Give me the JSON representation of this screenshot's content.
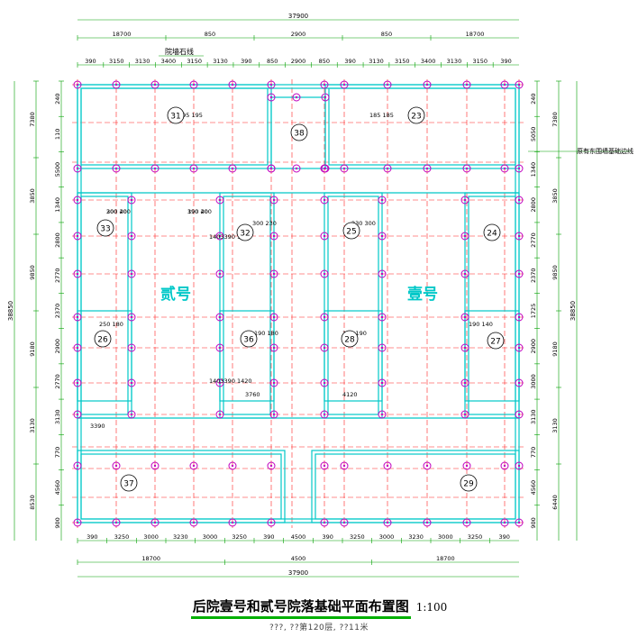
{
  "drawing": {
    "title": "后院壹号和贰号院落基础平面布置图",
    "scale": "1:100",
    "subtitle": "???, ??第120层, ??11米",
    "block_labels": {
      "left": "贰号",
      "right": "壹号"
    },
    "annotations": {
      "top_left": "院墙石线",
      "right_side": "原有东围墙基础边线"
    },
    "rooms": [
      {
        "id": "31",
        "label": "31"
      },
      {
        "id": "38",
        "label": "38"
      },
      {
        "id": "23",
        "label": "23"
      },
      {
        "id": "33",
        "label": "33"
      },
      {
        "id": "32",
        "label": "32"
      },
      {
        "id": "25",
        "label": "25"
      },
      {
        "id": "24",
        "label": "24"
      },
      {
        "id": "26",
        "label": "26"
      },
      {
        "id": "36",
        "label": "36"
      },
      {
        "id": "28",
        "label": "28"
      },
      {
        "id": "27",
        "label": "27"
      },
      {
        "id": "37",
        "label": "37"
      },
      {
        "id": "29",
        "label": "29"
      }
    ],
    "top_dims": {
      "overall": "37900",
      "halves": [
        "18700",
        "850",
        "2900",
        "850",
        "18700"
      ],
      "bays": [
        "390",
        "3150",
        "3130",
        "3400",
        "3150",
        "3130",
        "390",
        "850",
        "2900",
        "850",
        "390",
        "3130",
        "3150",
        "3400",
        "3130",
        "3150",
        "390"
      ]
    },
    "bottom_dims": {
      "overall": "37900",
      "halves": [
        "18700",
        "4500",
        "18700"
      ],
      "bays": [
        "390",
        "3250",
        "3000",
        "3230",
        "3000",
        "3250",
        "390",
        "4500",
        "390",
        "3250",
        "3000",
        "3230",
        "3000",
        "3250",
        "390"
      ]
    },
    "left_dims": {
      "overall": "38850",
      "sections": [
        "7380",
        "3850",
        "9850",
        "9180",
        "3130",
        "8530"
      ],
      "pieces": [
        "240",
        "110",
        "5500",
        "1340",
        "2800",
        "2770",
        "2370",
        "2900",
        "2770",
        "3130",
        "770",
        "4560",
        "900"
      ]
    },
    "right_dims": {
      "overall": "38850",
      "sections": [
        "7380",
        "3850",
        "9850",
        "9180",
        "3130",
        "6440"
      ],
      "pieces": [
        "240",
        "5050",
        "1340",
        "2800",
        "2770",
        "2370",
        "1725",
        "2900",
        "3000",
        "3130",
        "770",
        "4560",
        "900"
      ]
    },
    "beam_notes": [
      "200 200",
      "190 200",
      "300 230",
      "230 300",
      "250 180",
      "190 180",
      "140 190",
      "190 140",
      "195 195",
      "185 185",
      "1403390 1430",
      "1403390 1420",
      "3760",
      "4120",
      "3390",
      "300 40",
      "390 40"
    ],
    "colors": {
      "wall": "#00c8c8",
      "pier": "#c000c0",
      "grid": "#ff2020",
      "dim": "#00a000",
      "text": "#000000",
      "label": "#00c8c8"
    }
  }
}
